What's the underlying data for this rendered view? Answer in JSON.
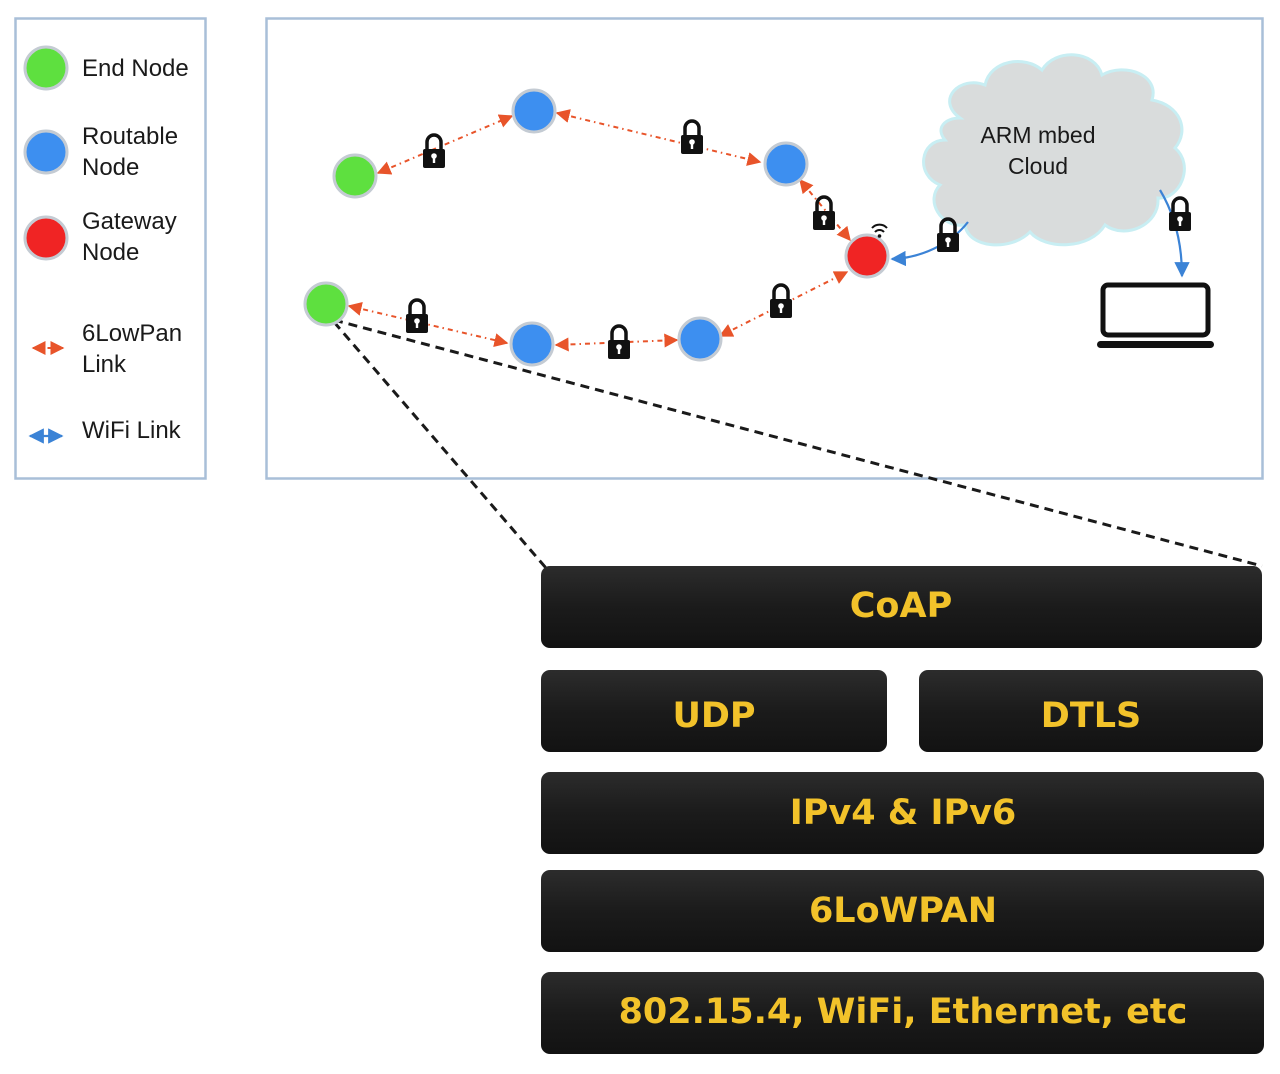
{
  "legend": {
    "end_node": [
      "End Node"
    ],
    "routable_node": [
      "Routable",
      "Node"
    ],
    "gateway_node": [
      "Gateway",
      "Node"
    ],
    "lowpan_link": [
      "6LowPan",
      "Link"
    ],
    "wifi_link": [
      "WiFi Link"
    ]
  },
  "cloud": {
    "label": [
      "ARM mbed",
      "Cloud"
    ]
  },
  "stack": {
    "coap": "CoAP",
    "udp": "UDP",
    "dtls": "DTLS",
    "ip": "IPv4 & IPv6",
    "sixlowpan": "6LoWPAN",
    "phy": "802.15.4, WiFi, Ethernet, etc"
  },
  "colors": {
    "end_node": "#5ee03f",
    "routable_node": "#3d8ff0",
    "gateway_node": "#f02424",
    "lowpan_link": "#e8542a",
    "wifi_link": "#3b83d6",
    "stack_bg": "#1d1d1d",
    "stack_text": "#f2c22a",
    "cloud": "#d9dcdc",
    "frame": "#a9bfd8"
  }
}
